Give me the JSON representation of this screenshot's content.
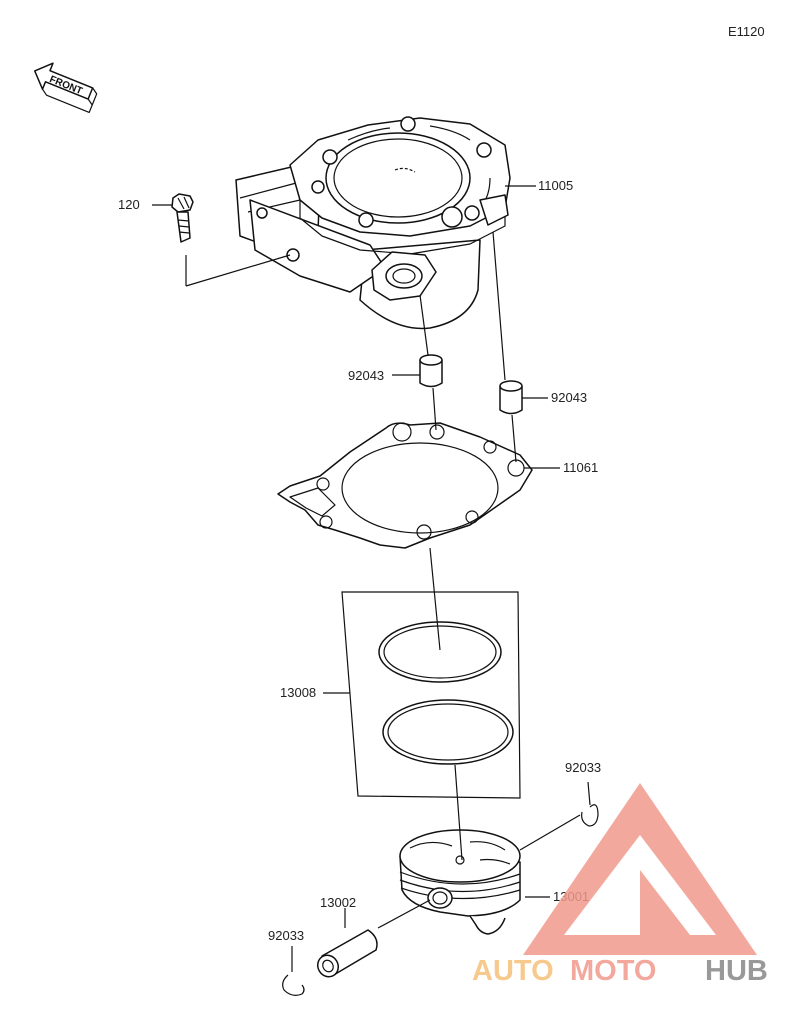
{
  "diagram_code": "E1120",
  "front_label": "FRONT",
  "parts": {
    "bolt": "120",
    "cylinder": "11005",
    "dowel_left": "92043",
    "dowel_right": "92043",
    "gasket": "11061",
    "ring_set": "13008",
    "circlip_top": "92033",
    "piston": "13001",
    "pin": "13002",
    "circlip_bottom": "92033"
  },
  "watermark": {
    "word_a": "AUTO",
    "word_b": "MOTO",
    "word_c": "HUB",
    "color_a": "#f7c07a",
    "color_b": "#f29a8c",
    "color_c": "#888888"
  }
}
